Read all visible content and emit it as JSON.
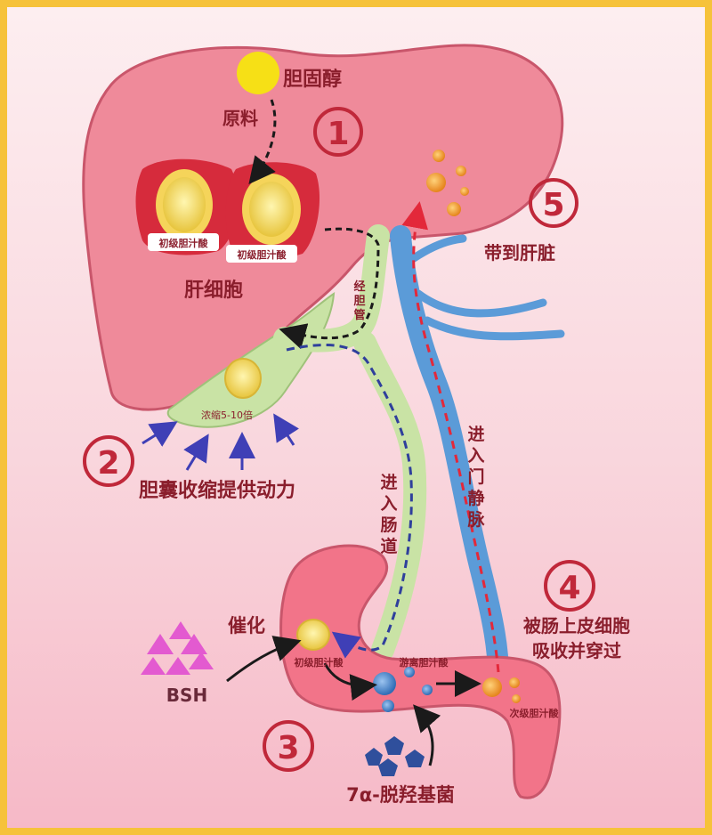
{
  "labels": {
    "cholesterol": "胆固醇",
    "raw_material": "原料",
    "primary_bile_acid_1": "初级胆汁酸",
    "primary_bile_acid_2": "初级胆汁酸",
    "hepatocyte": "肝细胞",
    "via_bile_duct": [
      "经",
      "胆",
      "管"
    ],
    "concentrate": "浓缩5-10倍",
    "gallbladder_contract": "胆囊收缩提供动力",
    "enter_intestine": [
      "进",
      "入",
      "肠",
      "道"
    ],
    "enter_portal_vein": [
      "进",
      "入",
      "门",
      "静",
      "脉"
    ],
    "to_liver": "带到肝脏",
    "absorbed_line1": "被肠上皮细胞",
    "absorbed_line2": "吸收并穿过",
    "catalyze": "催化",
    "bsh": "BSH",
    "primary_in_gut": "初级胆汁酸",
    "free_bile_acid": "游离胆汁酸",
    "secondary_bile_acid": "次级胆汁酸",
    "bacteria": "7α-脱羟基菌"
  },
  "steps": [
    "1",
    "2",
    "3",
    "4",
    "5"
  ],
  "colors": {
    "liver": "#ef8a9a",
    "liver_edge": "#c9566b",
    "gallbladder": "#c9e3a5",
    "vein": "#5b9bd8",
    "cell": "#d62b3c",
    "bile_acid": "#f3df7a",
    "free_acid": "#4f86c6",
    "secondary_acid": "#f39a2b",
    "bsh_triangle": "#e35ad0",
    "bacteria": "#2f4f9c",
    "arrow_blue": "#3f3fb6",
    "step_number": "#c0283a"
  }
}
